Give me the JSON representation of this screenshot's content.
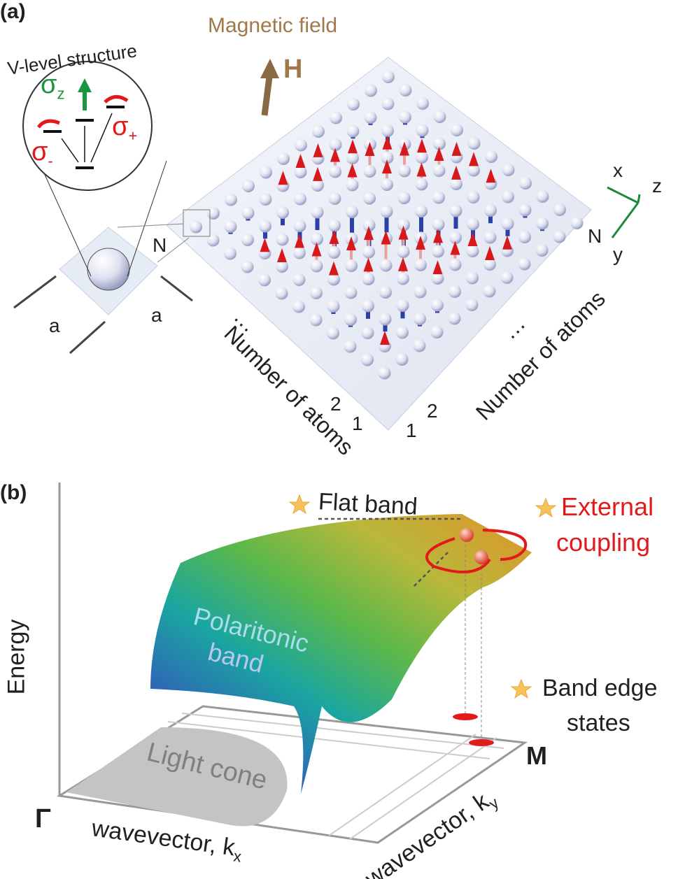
{
  "panel_a": {
    "label": "(a)",
    "magnetic_field": "Magnetic field",
    "field_symbol": "H",
    "vlevel_title": "V-level structure",
    "sigma_z": "σ",
    "sigma_z_sub": "z",
    "sigma_minus": "σ",
    "sigma_minus_sub": "-",
    "sigma_plus": "σ",
    "sigma_plus_sub": "+",
    "n_label": "N",
    "spacing_left": "a",
    "spacing_right": "a",
    "ellipsis_left": "…",
    "ellipsis_right": "…",
    "axis_left": "Number of atoms",
    "axis_right": "Number of atoms",
    "left_tick_2": "2",
    "left_tick_1": "1",
    "right_tick_2": "2",
    "right_tick_1": "1",
    "coord_x": "x",
    "coord_z": "z",
    "coord_y": "y",
    "coord_n": "N",
    "colors": {
      "field": "#a0784a",
      "up_arrow": "#d7191c",
      "down_arrow": "#2b3fa8",
      "sigma_z": "#1a9641",
      "sigma_pm": "#e31a1c"
    }
  },
  "panel_b": {
    "label": "(b)",
    "flat_band": "Flat band",
    "external_coupling_1": "External",
    "external_coupling_2": "coupling",
    "energy_axis": "Energy",
    "band_1": "Polaritonic",
    "band_2": "band",
    "band_edge_1": "Band edge",
    "band_edge_2": "states",
    "light_cone": "Light cone",
    "gamma": "Γ",
    "m_point": "M",
    "kx_label": "wavevector, k",
    "kx_sub": "x",
    "ky_label": "wavevector, k",
    "ky_sub": "y",
    "star_icon": "star-icon",
    "colors": {
      "coupling": "#e31a1c",
      "star": "#f6c35a"
    }
  }
}
